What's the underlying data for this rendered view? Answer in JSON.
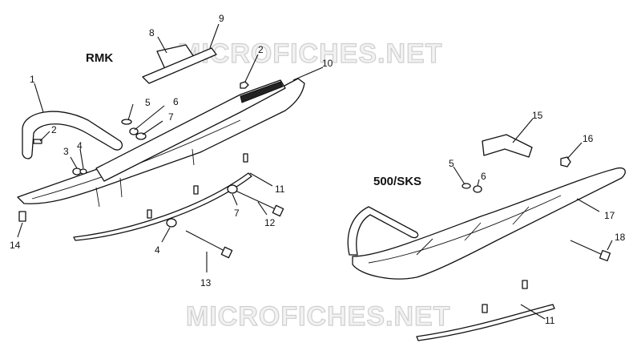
{
  "watermark": {
    "top": "MICROFICHES.NET",
    "bottom": "MICROFICHES.NET"
  },
  "titles": {
    "rmk": "RMK",
    "sks": "500/SKS"
  },
  "callouts": [
    {
      "id": "c1",
      "label": "1"
    },
    {
      "id": "c2a",
      "label": "2"
    },
    {
      "id": "c2b",
      "label": "2"
    },
    {
      "id": "c3",
      "label": "3"
    },
    {
      "id": "c4a",
      "label": "4"
    },
    {
      "id": "c4b",
      "label": "4"
    },
    {
      "id": "c5a",
      "label": "5"
    },
    {
      "id": "c5b",
      "label": "5"
    },
    {
      "id": "c6a",
      "label": "6"
    },
    {
      "id": "c6b",
      "label": "6"
    },
    {
      "id": "c7a",
      "label": "7"
    },
    {
      "id": "c7b",
      "label": "7"
    },
    {
      "id": "c8",
      "label": "8"
    },
    {
      "id": "c9",
      "label": "9"
    },
    {
      "id": "c10",
      "label": "10"
    },
    {
      "id": "c11a",
      "label": "11"
    },
    {
      "id": "c11b",
      "label": "11"
    },
    {
      "id": "c12",
      "label": "12"
    },
    {
      "id": "c13",
      "label": "13"
    },
    {
      "id": "c14",
      "label": "14"
    },
    {
      "id": "c15",
      "label": "15"
    },
    {
      "id": "c16",
      "label": "16"
    },
    {
      "id": "c17",
      "label": "17"
    },
    {
      "id": "c18",
      "label": "18"
    }
  ]
}
